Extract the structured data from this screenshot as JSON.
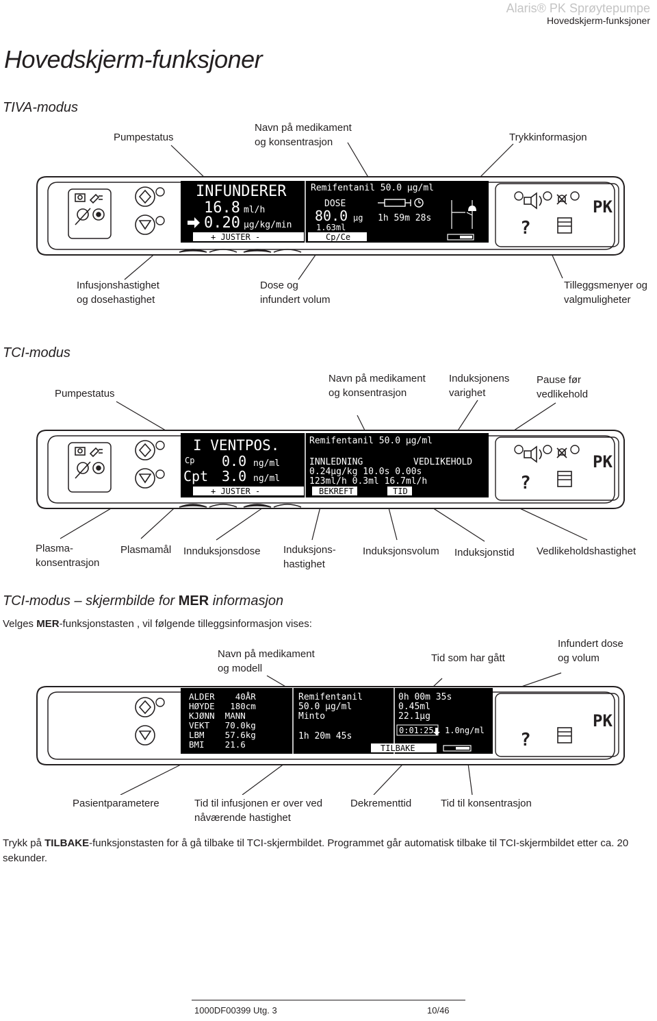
{
  "header": {
    "brand": "Alaris® PK Sprøytepumpe",
    "subtitle": "Hovedskjerm-funksjoner"
  },
  "title": "Hovedskjerm-funksjoner",
  "tiva": {
    "heading": "TIVA-modus",
    "labels": {
      "pumpestatus": "Pumpestatus",
      "navn1": "Navn på medikament",
      "navn2": "og konsentrasjon",
      "trykk": "Trykkinformasjon",
      "inf1": "Infusjonshastighet",
      "inf2": "og dosehastighet",
      "dose1": "Dose og",
      "dose2": "infundert volum",
      "till1": "Tilleggsmenyer og",
      "till2": "valgmuligheter"
    },
    "lcd": {
      "status": "INFUNDERER",
      "rate": "16.8",
      "rate_unit": "ml/h",
      "doserate": "0.20",
      "doserate_unit": "µg/kg/min",
      "juster": "+  JUSTER  -",
      "drug": "Remifentanil 50.0 µg/ml",
      "dose_label": "DOSE",
      "dose": "80.0",
      "dose_unit": "µg",
      "volume": "1.63ml",
      "time": "1h 59m 28s",
      "softkey": "Cp/Ce"
    }
  },
  "tci": {
    "heading": "TCI-modus",
    "labels": {
      "pumpestatus": "Pumpestatus",
      "navn1": "Navn på medikament",
      "navn2": "og konsentrasjon",
      "ind1": "Induksjonens",
      "ind2": "varighet",
      "pause1": "Pause før",
      "pause2": "vedlikehold",
      "plasma1": "Plasma-",
      "plasma2": "konsentrasjon",
      "plasmamal": "Plasmamål",
      "induksjonsdose": "Innduksjonsdose",
      "indhast1": "Induksjons-",
      "indhast2": "hastighet",
      "indvol": "Induksjonsvolum",
      "indtid": "Induksjonstid",
      "vedlhast": "Vedlikeholdshastighet"
    },
    "lcd": {
      "status": "I VENTPOS.",
      "cp_label": "Cp",
      "cp_value": "0.0",
      "cp_unit": "ng/ml",
      "cpt_label": "Cpt",
      "cpt_value": "3.0",
      "cpt_unit": "ng/ml",
      "juster": "+  JUSTER  -",
      "drug": "Remifentanil 50.0 µg/ml",
      "innledning": "INNLEDNING",
      "vedlikehold": "VEDLIKEHOLD",
      "row1": "0.24µg/kg  10.0s  0.00s",
      "row2": " 123ml/h     0.3ml 16.7ml/h",
      "bekreft": "BEKREFT",
      "tid": "TID"
    }
  },
  "mer": {
    "heading_pre": "TCI-modus – skjermbilde for ",
    "heading_bold": "MER",
    "heading_post": " informasjon",
    "intro_pre": "Velges ",
    "intro_bold": "MER",
    "intro_post": "-funksjonstasten , vil følgende tilleggsinformasjon vises:",
    "labels": {
      "navn1": "Navn på medikament",
      "navn2": "og modell",
      "tid_gatt": "Tid som har gått",
      "infdose1": "Infundert dose",
      "infdose2": "og volum",
      "pasient": "Pasientparametere",
      "tidinf1": "Tid til infusjonen er over ved",
      "tidinf2": "nåværende hastighet",
      "dekrement": "Dekrementtid",
      "tidkons": "Tid til konsentrasjon"
    },
    "lcd": {
      "params": [
        "ALDER    40ÅR",
        "HØYDE   180cm",
        "KJØNN  MANN",
        "VEKT   70.0kg",
        "LBM    57.6kg",
        "BMI    21.6"
      ],
      "drug1": "Remifentanil",
      "drug2": "50.0 µg/ml",
      "model": "Minto",
      "time_left": "1h 20m 45s",
      "elapsed": "0h 00m 35s",
      "volume": "0.45ml",
      "dose": "22.1µg",
      "dec_time": "0:01:25",
      "conc": "1.0ng/ml",
      "tilbake": "TILBAKE"
    },
    "outro_pre": "Trykk på ",
    "outro_bold": "TILBAKE",
    "outro_post": "-funksjonstasten for å gå tilbake til TCI-skjermbildet. Programmet går automatisk tilbake til TCI-skjermbildet etter ca. 20 sekunder."
  },
  "keys": {
    "pk": "PK",
    "help": "?"
  },
  "footer": {
    "doc": "1000DF00399 Utg. 3",
    "page": "10/46"
  }
}
